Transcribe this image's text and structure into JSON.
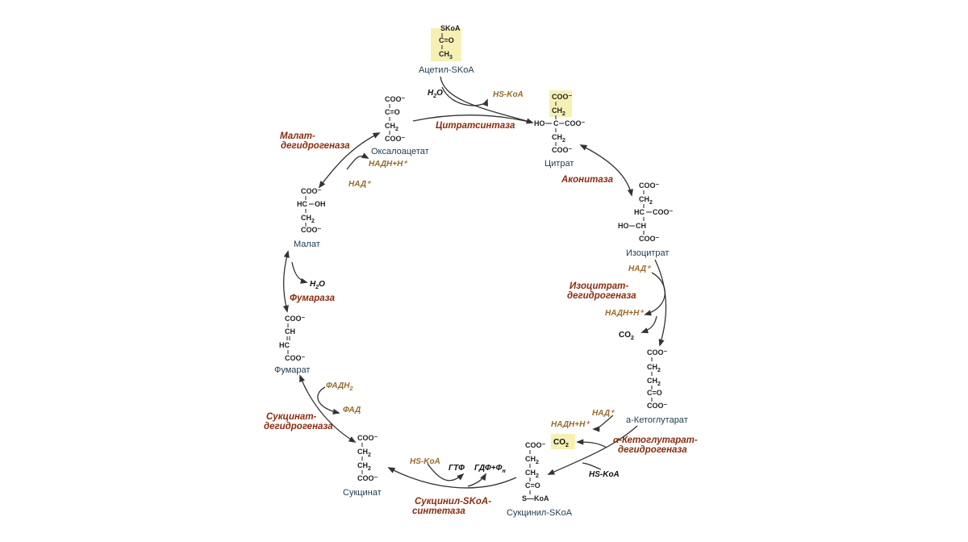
{
  "acetyl": {
    "l1": "SKoA",
    "l2": "C=O",
    "l3": "CH",
    "l3s": "3",
    "name": "Ацетил-SKoA"
  },
  "citrate": {
    "l1": "COO⁻",
    "l2": "CH",
    "l2s": "2",
    "l3a": "HO",
    "l3b": "C",
    "l3c": "COO⁻",
    "l4": "CH",
    "l4s": "2",
    "l5": "COO⁻",
    "name": "Цитрат"
  },
  "isocitrate": {
    "l1": "COO⁻",
    "l2": "CH",
    "l2s": "2",
    "l3a": "HC",
    "l3b": "COO⁻",
    "l4a": "HO",
    "l4b": "CH",
    "l5": "COO⁻",
    "name": "Изоцитрат"
  },
  "akg": {
    "l1": "COO⁻",
    "l2": "CH",
    "l2s": "2",
    "l3": "CH",
    "l3s": "2",
    "l4": "C=O",
    "l5": "COO⁻",
    "name": "a-Кетоглутарат"
  },
  "succoa": {
    "l1": "COO⁻",
    "l2": "CH",
    "l2s": "2",
    "l3": "CH",
    "l3s": "2",
    "l4": "C=O",
    "l5": "S—KoA",
    "name": "Сукцинил-SKoA"
  },
  "succinate": {
    "l1": "COO⁻",
    "l2": "CH",
    "l2s": "2",
    "l3": "CH",
    "l3s": "2",
    "l4": "COO⁻",
    "name": "Сукцинат"
  },
  "fumarate": {
    "l1": "COO⁻",
    "l2": "CH",
    "l3": "HC",
    "l4": "COO⁻",
    "name": "Фумарат"
  },
  "malate": {
    "l1": "COO⁻",
    "l2a": "HC",
    "l2b": "OH",
    "l3": "CH",
    "l3s": "2",
    "l4": "COO⁻",
    "name": "Малат"
  },
  "oxaloacetate": {
    "l1": "COO⁻",
    "l2": "C=O",
    "l3": "CH",
    "l3s": "2",
    "l4": "COO⁻",
    "name": "Оксалоацетат"
  },
  "enzymes": {
    "citrate_synthase": "Цитратсинтаза",
    "aconitase": "Аконитаза",
    "idh1": "Изоцитрат-",
    "idh2": "дегидрогеназа",
    "akgdh1": "α-Кетоглутарат-",
    "akgdh2": "дегидрогеназа",
    "scs1": "Сукцинил-SKoA-",
    "scs2": "синтетаза",
    "sdh1": "Сукцинат-",
    "sdh2": "дегидрогеназа",
    "fumarase": "Фумараза",
    "mdh1": "Малат-",
    "mdh2": "дегидрогеназа"
  },
  "cofactors": {
    "h2o_cs": "H",
    "h2o_cs_s": "2",
    "h2o_cs_b": "O",
    "hskoa_cs": "HS-KoA",
    "nad_idh": "НАД⁺",
    "nadh_idh": "НАДН+Н⁺",
    "co2_idh": "CO",
    "co2_idh_s": "2",
    "nad_akg": "НАД⁺",
    "nadh_akg": "НАДН+Н⁺",
    "co2_akg": "CO",
    "co2_akg_s": "2",
    "hskoa_akg": "HS-KoA",
    "hskoa_scs": "HS-KoA",
    "gtp": "ГТФ",
    "gdp": "ГДФ+Ф",
    "gdp_s": "н",
    "fadh2": "ФАДН",
    "fadh2_s": "2",
    "fad": "ФАД",
    "h2o_fum": "H",
    "h2o_fum_s": "2",
    "h2o_fum_b": "O",
    "nadh_mdh": "НАДН+Н⁺",
    "nad_mdh": "НАД⁺"
  },
  "colors": {
    "enzyme": "#8a2d10",
    "cofactor": "#9a6a2a",
    "metabolite_name": "#1d3b4f",
    "highlight": "#f7f0b4"
  }
}
